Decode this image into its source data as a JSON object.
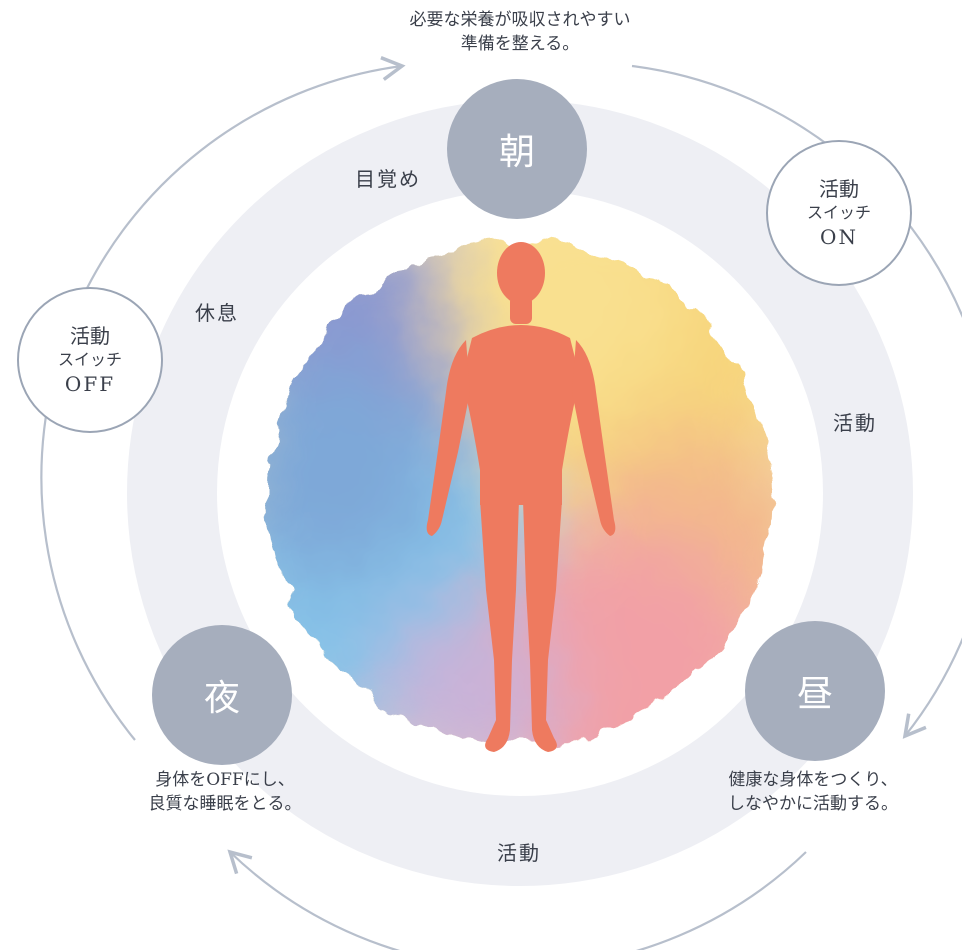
{
  "times": {
    "morning": "朝",
    "day": "昼",
    "night": "夜"
  },
  "captions": {
    "morning": [
      "必要な栄養が吸収されやすい",
      "準備を整える。"
    ],
    "day": [
      "健康な身体をつくり、",
      "しなやかに活動する。"
    ],
    "night": [
      "身体をOFFにし、",
      "良質な睡眠をとる。"
    ]
  },
  "ring_labels": {
    "wake": "目覚め",
    "rest": "休息",
    "activity_right": "活動",
    "activity_bottom": "活動"
  },
  "switch_on": {
    "line1": "活動",
    "line2": "スイッチ",
    "line3": "ON"
  },
  "switch_off": {
    "line1": "活動",
    "line2": "スイッチ",
    "line3": "OFF"
  },
  "colors": {
    "ring": "#eeeff4",
    "time_circle": "#a6aebd",
    "arrow": "#b7bfcc",
    "switch_border": "#9ba5b5",
    "watercolor_blue": "#7ea8d8",
    "watercolor_yellow": "#f7d57c",
    "watercolor_pink": "#f2a0a6",
    "figure": "#ee7a5f"
  }
}
